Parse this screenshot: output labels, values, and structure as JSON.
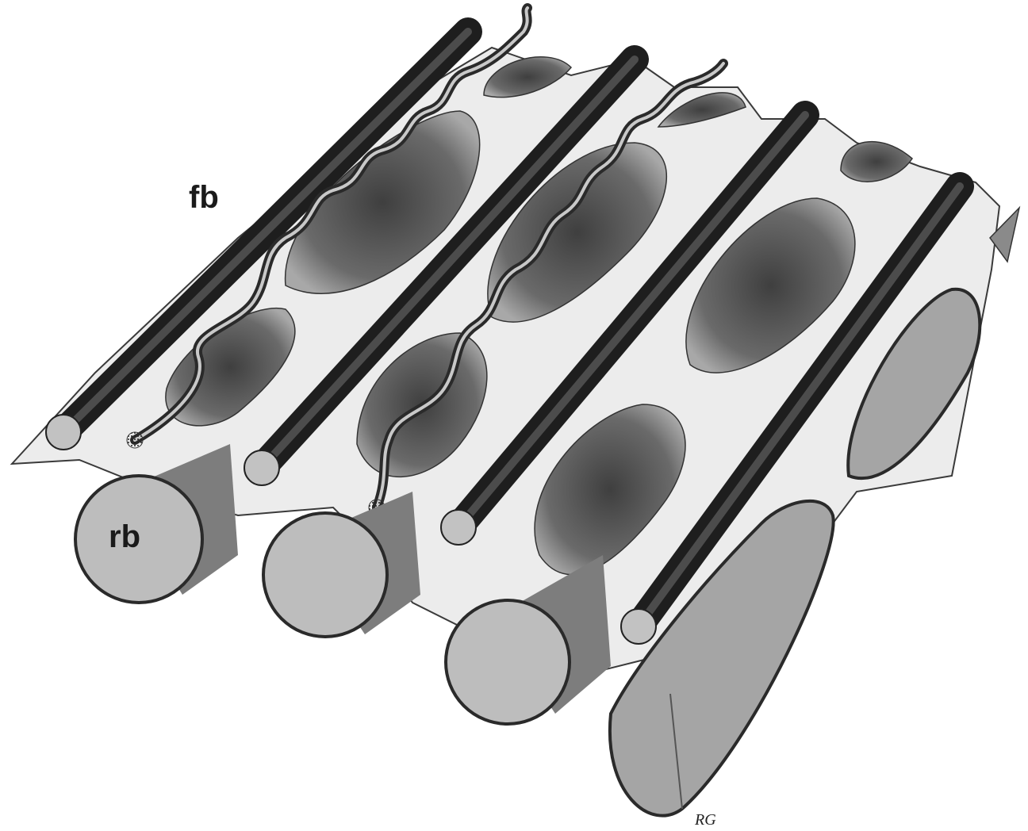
{
  "labels": {
    "fiber_bundle": "fb",
    "rod_body": "rb",
    "signature": "RG"
  },
  "colors": {
    "sheet": "#ededed",
    "sheet_edge": "#3a3a3a",
    "rod_face": "#bdbdbd",
    "rod_body": "#8e8e8e",
    "bundle": "#3d3d3d",
    "pocket": "#6f6f6f"
  }
}
